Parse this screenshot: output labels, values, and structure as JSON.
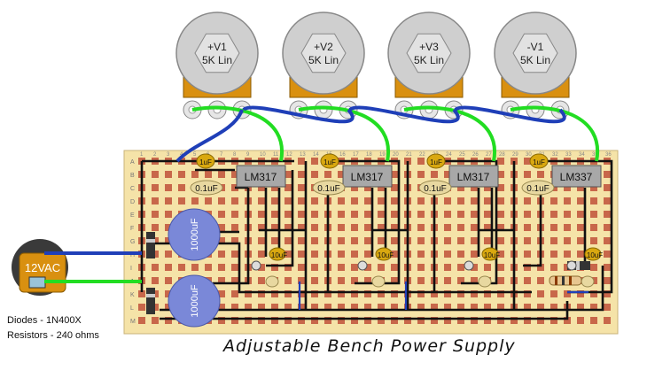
{
  "title": "Adjustable Bench Power Supply",
  "notes": {
    "diodes": "Diodes - 1N400X",
    "resistors": "Resistors - 240 ohms"
  },
  "input_label": "12VAC",
  "pots": [
    {
      "name": "+V1",
      "value": "5K Lin"
    },
    {
      "name": "+V2",
      "value": "5K Lin"
    },
    {
      "name": "+V3",
      "value": "5K Lin"
    },
    {
      "name": "-V1",
      "value": "5K Lin"
    }
  ],
  "regulators": [
    "LM317",
    "LM317",
    "LM317",
    "LM337"
  ],
  "caps": {
    "small": "0.1uF",
    "tiny": "1uF",
    "tantalum": "10uF",
    "big": "1000uF"
  },
  "board": {
    "rows": [
      "A",
      "B",
      "C",
      "D",
      "E",
      "F",
      "G",
      "H",
      "I",
      "J",
      "K",
      "L",
      "M"
    ],
    "columns": 36
  },
  "colors": {
    "board": "#f5e3a8",
    "copper": "#c8674a",
    "wire_green": "#22dd22",
    "wire_blue": "#1f3fb8",
    "trace": "#111111",
    "cap_blue": "#7a88d8"
  }
}
